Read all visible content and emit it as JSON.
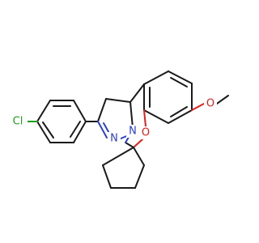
{
  "atoms": {
    "chlorine": {
      "symbol": "Cl",
      "color": "#1f9e1f"
    },
    "nitrogen_imine": {
      "symbol": "N",
      "color": "#2b3fd6"
    },
    "nitrogen_ring": {
      "symbol": "N",
      "color": "#2b3fd6"
    },
    "oxygen_ring": {
      "symbol": "O",
      "color": "#e0201b"
    },
    "oxygen_methoxy": {
      "symbol": "O",
      "color": "#e0201b"
    }
  }
}
